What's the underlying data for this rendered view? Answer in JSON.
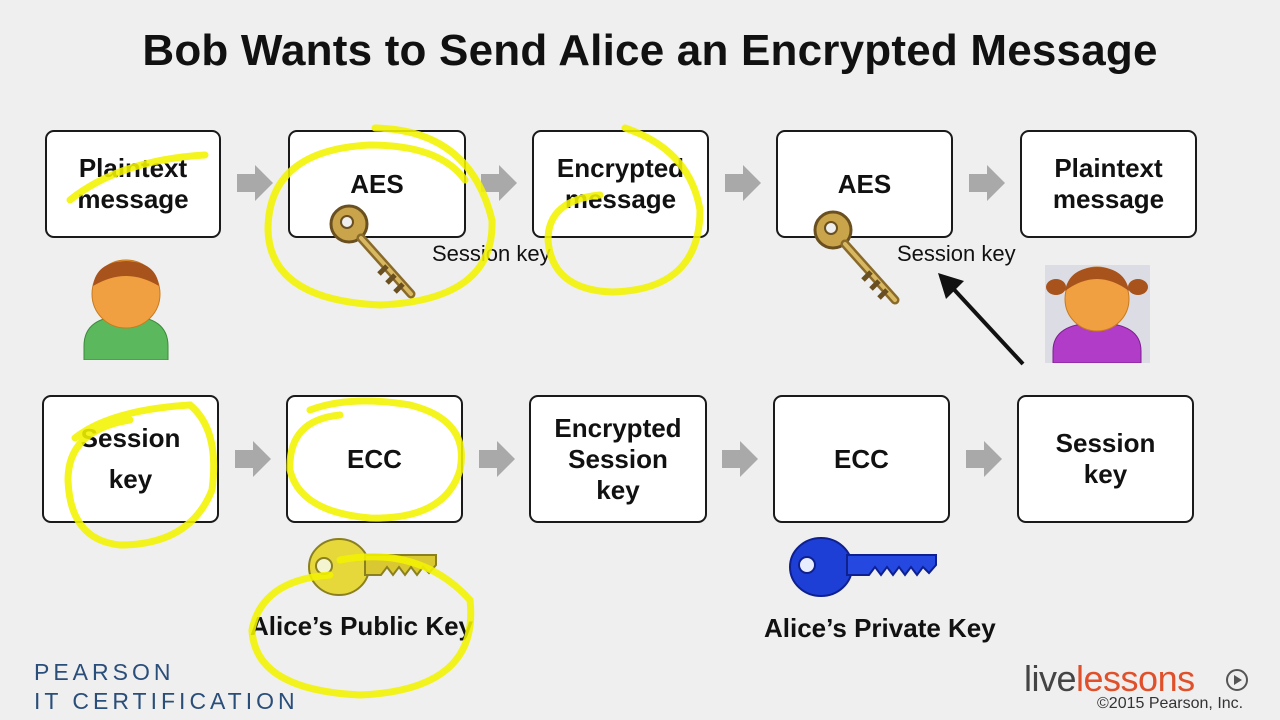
{
  "title": "Bob Wants to Send Alice an Encrypted Message",
  "top_row": [
    {
      "label": "Plaintext\nmessage"
    },
    {
      "label": "AES"
    },
    {
      "label": "Encrypted\nmessage"
    },
    {
      "label": "AES"
    },
    {
      "label": "Plaintext\nmessage"
    }
  ],
  "bottom_row": [
    {
      "label": "Session\nkey"
    },
    {
      "label": "ECC"
    },
    {
      "label": "Encrypted\nSession\nkey"
    },
    {
      "label": "ECC"
    },
    {
      "label": "Session\nkey"
    }
  ],
  "session_key_label_1": "Session key",
  "session_key_label_2": "Session key",
  "public_key_label": "Alice’s Public Key",
  "private_key_label": "Alice’s Private Key",
  "brand": {
    "pearson_line1": "PEARSON",
    "pearson_line2": "IT CERTIFICATION",
    "live_prefix": "live",
    "live_suffix": "lessons",
    "copyright": "©2015 Pearson, Inc."
  },
  "colors": {
    "highlight": "#f2f200",
    "arrow_gray": "#a9a9a9",
    "bob_body": "#5cb85c",
    "alice_body": "#b03cc8",
    "skin": "#f0a040",
    "public_key": "#e0d020",
    "private_key": "#1e3fd6"
  }
}
